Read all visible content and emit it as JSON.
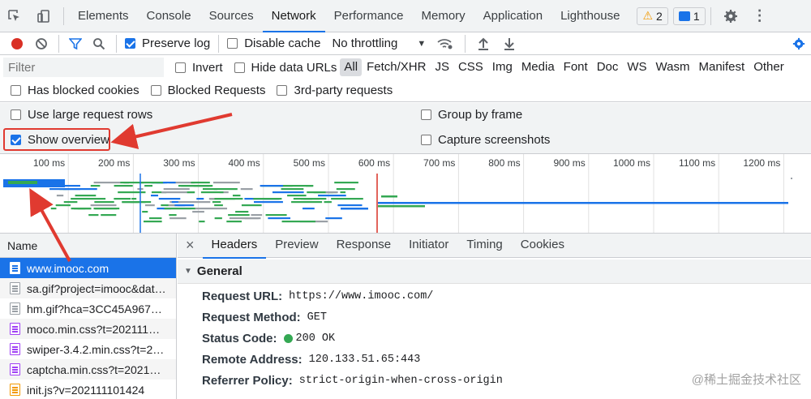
{
  "tabs": [
    "Elements",
    "Console",
    "Sources",
    "Network",
    "Performance",
    "Memory",
    "Application",
    "Lighthouse"
  ],
  "active_tab": "Network",
  "warnings_count": "2",
  "messages_count": "1",
  "toolbar": {
    "preserve_log": "Preserve log",
    "disable_cache": "Disable cache",
    "throttling": "No throttling"
  },
  "filter": {
    "placeholder": "Filter",
    "invert": "Invert",
    "hide_data_urls": "Hide data URLs",
    "types": [
      "All",
      "Fetch/XHR",
      "JS",
      "CSS",
      "Img",
      "Media",
      "Font",
      "Doc",
      "WS",
      "Wasm",
      "Manifest",
      "Other"
    ]
  },
  "blocked": {
    "has_blocked_cookies": "Has blocked cookies",
    "blocked_requests": "Blocked Requests",
    "third_party": "3rd-party requests"
  },
  "settings": {
    "large_rows": "Use large request rows",
    "show_overview": "Show overview",
    "group_by_frame": "Group by frame",
    "capture_screenshots": "Capture screenshots"
  },
  "timeline": {
    "ticks": [
      "100 ms",
      "200 ms",
      "300 ms",
      "400 ms",
      "500 ms",
      "600 ms",
      "700 ms",
      "800 ms",
      "900 ms",
      "1000 ms",
      "1100 ms",
      "1200 ms"
    ]
  },
  "name_column": {
    "header": "Name",
    "requests": [
      "www.imooc.com",
      "sa.gif?project=imooc&dat…",
      "hm.gif?hca=3CC45A967…",
      "moco.min.css?t=202111…",
      "swiper-3.4.2.min.css?t=2…",
      "captcha.min.css?t=2021…",
      "init.js?v=202111101424"
    ]
  },
  "details": {
    "close": "×",
    "tabs": [
      "Headers",
      "Preview",
      "Response",
      "Initiator",
      "Timing",
      "Cookies"
    ],
    "section": "General",
    "fields": [
      {
        "key": "Request URL:",
        "value": "https://www.imooc.com/"
      },
      {
        "key": "Request Method:",
        "value": "GET"
      },
      {
        "key": "Status Code:",
        "value": "200 OK"
      },
      {
        "key": "Remote Address:",
        "value": "120.133.51.65:443"
      },
      {
        "key": "Referrer Policy:",
        "value": "strict-origin-when-cross-origin"
      }
    ]
  },
  "watermark": "@稀土掘金技术社区",
  "colors": {
    "accent": "#1a73e8",
    "annotation": "#e03a30",
    "record": "#d93025",
    "green": "#34a853"
  }
}
